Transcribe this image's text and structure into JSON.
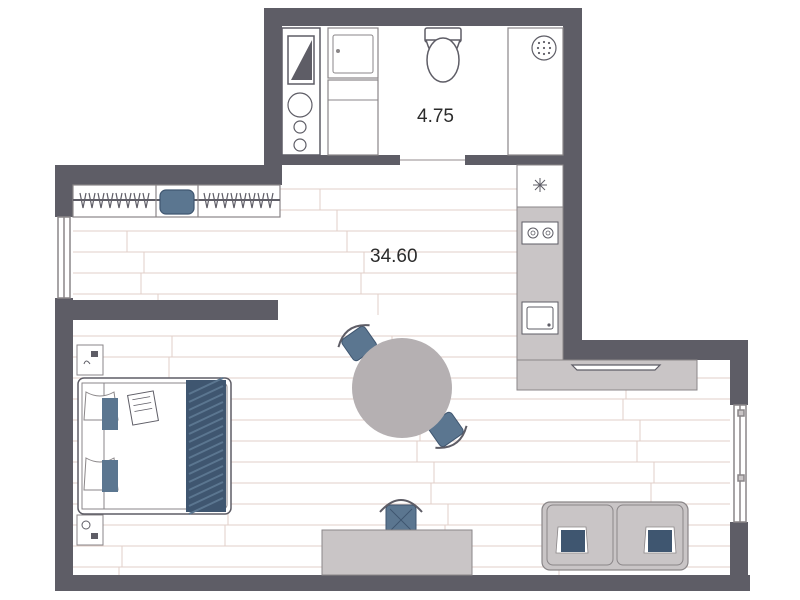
{
  "plan": {
    "rooms": [
      {
        "id": "bathroom",
        "area_label": "4.75"
      },
      {
        "id": "main-room",
        "area_label": "34.60"
      }
    ],
    "colors": {
      "wall": "#5e5d66",
      "floor": "#ffffff",
      "floor_seam": "#e2cfc8",
      "furniture": "#c9c5c6",
      "furniture_stroke": "#8a8688",
      "accent_blue": "#5b7690",
      "accent_blue_dark": "#3f5670",
      "table": "#b5b0b2"
    },
    "icons": [
      "snowflake-icon",
      "toilet-icon",
      "sink-icon",
      "shower-icon",
      "washing-machine-icon",
      "stove-icon",
      "kitchen-sink-icon",
      "bed-icon",
      "sofa-icon",
      "chair-icon",
      "round-table-icon",
      "desk-icon",
      "wardrobe-icon",
      "window-icon",
      "door-gap-icon"
    ]
  }
}
